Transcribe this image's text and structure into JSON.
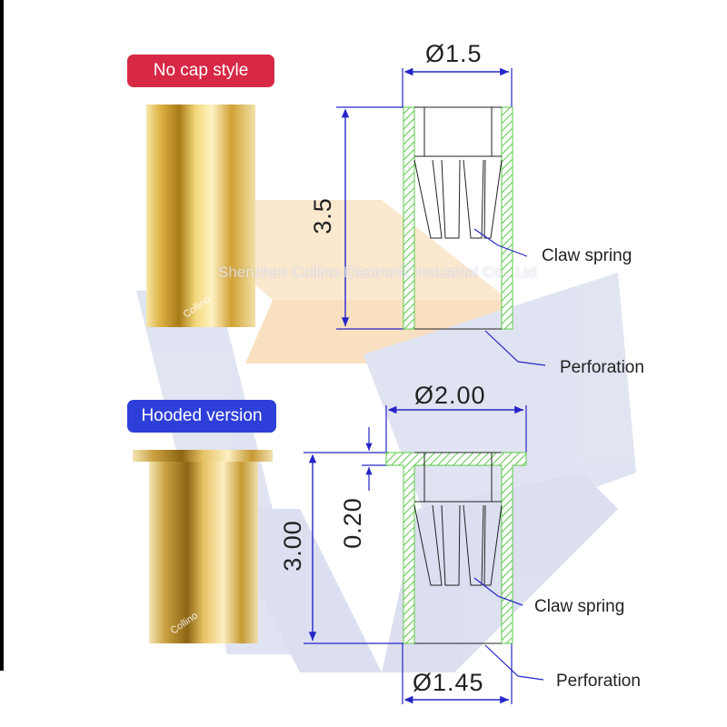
{
  "badges": {
    "no_cap": "No cap style",
    "hooded": "Hooded version"
  },
  "dimensions": {
    "top_diameter": "Ø1.5",
    "top_length": "3.5",
    "bottom_diameter_top": "Ø2.00",
    "bottom_diameter_bottom": "Ø1.45",
    "bottom_length": "3.00",
    "flange_height": "0.20"
  },
  "labels": {
    "claw_spring": "Claw spring",
    "perforation": "Perforation"
  },
  "watermark": "Shenzhen Collino Electronic Industrial Co., Ltd",
  "brand_mark": "Collino",
  "colors": {
    "red_badge": "#d72845",
    "blue_badge": "#2d3fd8",
    "dimension_line": "#2626c8",
    "hatch": "#5cc84a",
    "gold": "#d9a520"
  }
}
